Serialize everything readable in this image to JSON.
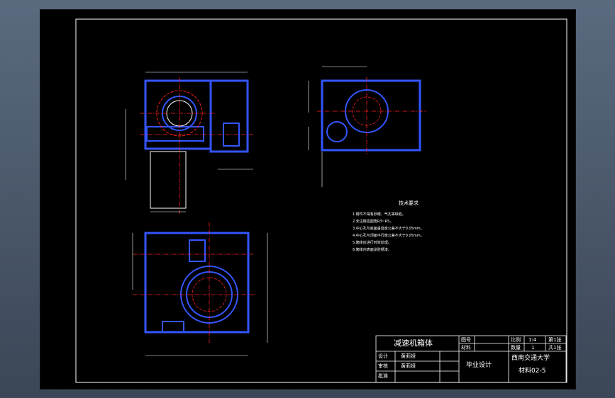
{
  "title_block": {
    "part_name": "减速机箱体",
    "school": "西南交通大学",
    "class": "材料02-5",
    "project": "毕业设计",
    "designer_label": "设计",
    "designer": "黄莉娅",
    "checker_label": "审核",
    "checker": "黄莉娅",
    "approver_label": "批准",
    "drawing_no_label": "图号",
    "material_label": "材料",
    "ratio_label": "比例",
    "ratio": "1:4",
    "quantity_label": "数量",
    "quantity": "1",
    "sheet_label": "第1张",
    "total_sheets_label": "共1张"
  },
  "tech_notes": {
    "title": "技术要求",
    "items": [
      "1.铸件不得有砂眼、气孔等缺陷。",
      "2.未注铸造圆角R3~R5。",
      "3.中心孔与底面垂直度公差不大于0.05mm。",
      "4.中心孔与顶面平行度公差不大于0.05mm。",
      "5.箱体应进行时效处理。",
      "6.箱体内表面涂防锈漆。"
    ]
  },
  "colors": {
    "background": "#4b586a",
    "sheet": "#000000",
    "outline": "#3355ff",
    "center": "#ff2020",
    "white": "#ffffff",
    "dim": "#ffffff"
  }
}
